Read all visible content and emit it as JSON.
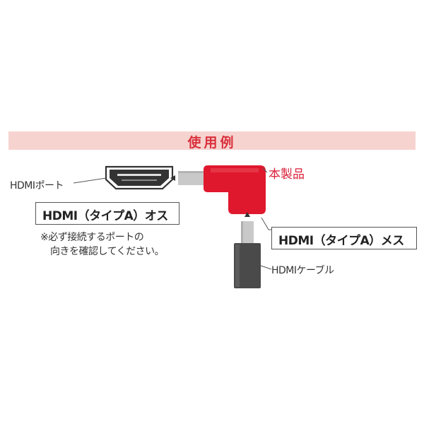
{
  "banner": {
    "title": "使用例"
  },
  "labels": {
    "port": "HDMIポート",
    "product": "本製品",
    "cable": "HDMIケーブル"
  },
  "boxes": {
    "male": "HDMI（タイプA）オス",
    "female": "HDMI（タイプA）メス"
  },
  "note": {
    "line1": "※必ず接続するポートの",
    "line2": "向きを確認してください。"
  },
  "colors": {
    "banner_bg": "#f6d3cf",
    "banner_text": "#d9303c",
    "product_red": "#e0182d",
    "product_label": "#d9203a",
    "cable_dark": "#4a4a4a",
    "connector_gray": "#c9c9c9"
  }
}
